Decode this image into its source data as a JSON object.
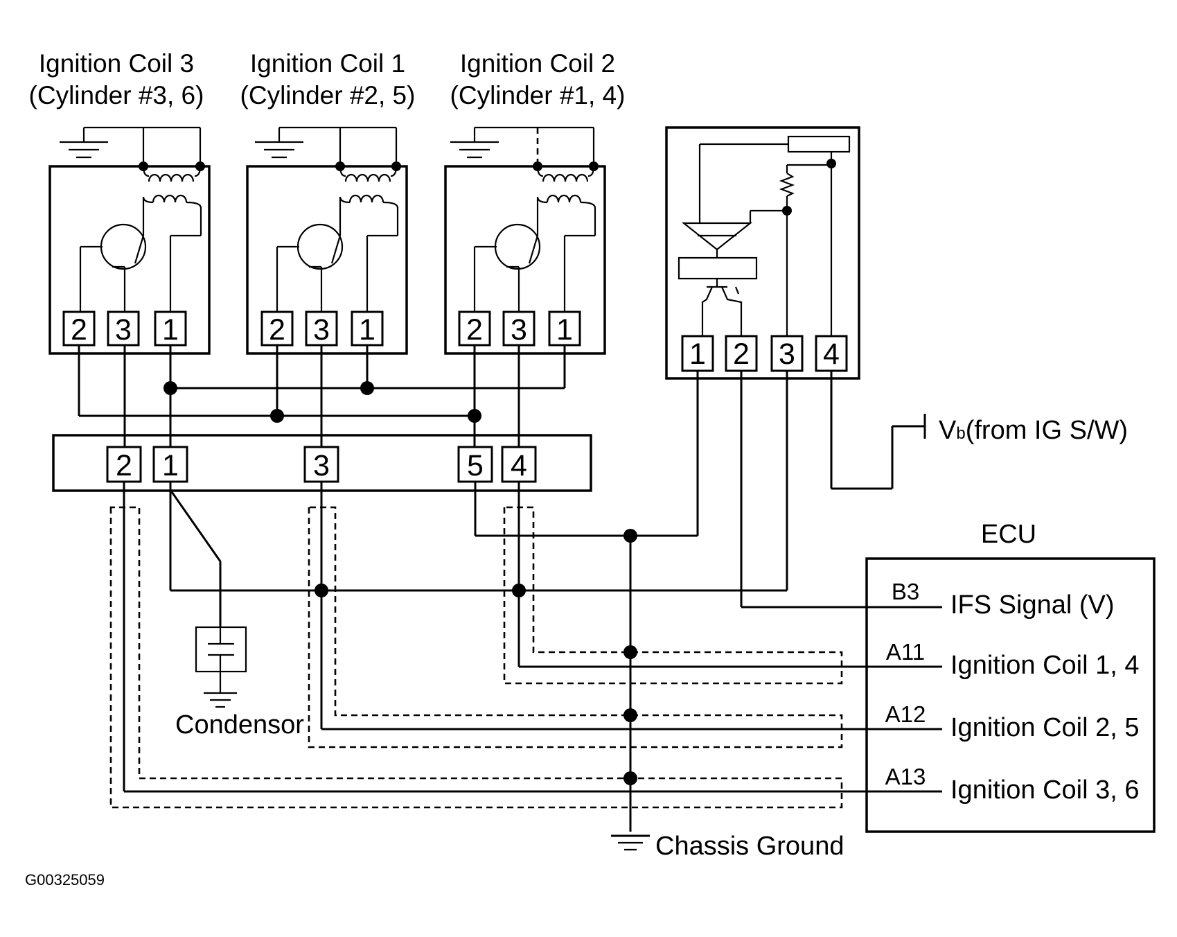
{
  "coils": [
    {
      "name": "Ignition Coil 3",
      "cyl": "(Cylinder #3, 6)"
    },
    {
      "name": "Ignition Coil 1",
      "cyl": "(Cylinder #2, 5)"
    },
    {
      "name": "Ignition Coil 2",
      "cyl": "(Cylinder #1, 4)"
    }
  ],
  "coil_pins": [
    "2",
    "3",
    "1"
  ],
  "igniter_pins": [
    "1",
    "2",
    "3",
    "4"
  ],
  "junction_pins": [
    "2",
    "1",
    "3",
    "5",
    "4"
  ],
  "vb_label": "V",
  "vb_sub": "b",
  "vb_rest": "(from IG S/W)",
  "ecu": {
    "title": "ECU",
    "terminals": [
      {
        "code": "B3",
        "label": "IFS Signal (V)"
      },
      {
        "code": "A11",
        "label": "Ignition Coil 1, 4"
      },
      {
        "code": "A12",
        "label": "Ignition Coil 2, 5"
      },
      {
        "code": "A13",
        "label": "Ignition Coil 3, 6"
      }
    ]
  },
  "condensor_label": "Condensor",
  "ground_label": "Chassis Ground",
  "figure_id": "G00325059"
}
